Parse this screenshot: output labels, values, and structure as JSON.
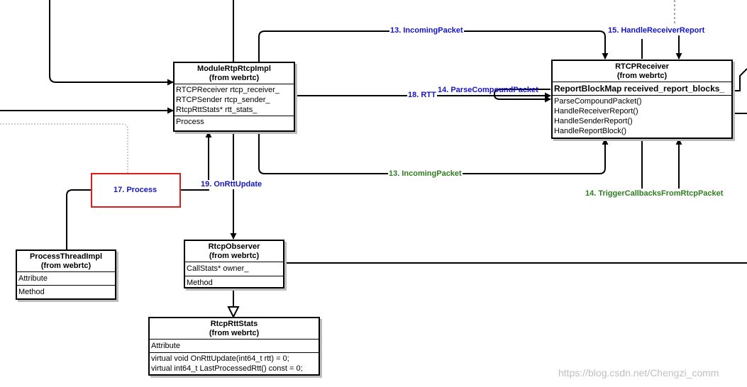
{
  "classes": {
    "module_rtp_rtcp_impl": {
      "title": "ModuleRtpRtcpImpl",
      "subtitle": "(from webrtc)",
      "attributes": [
        "RTCPReceiver rtcp_receiver_",
        "RTCPSender rtcp_sender_",
        "RtcpRttStats* rtt_stats_"
      ],
      "methods": [
        "Process"
      ]
    },
    "rtcp_receiver": {
      "title": "RTCPReceiver",
      "subtitle": "(from webrtc)",
      "attributes": [
        "ReportBlockMap received_report_blocks_"
      ],
      "methods": [
        "ParseCompoundPacket()",
        "HandleReceiverReport()",
        "HandleSenderReport()",
        "HandleReportBlock()"
      ]
    },
    "rtcp_observer": {
      "title": "RtcpObserver",
      "subtitle": "(from webrtc)",
      "attributes": [
        "CallStats* owner_"
      ],
      "methods": [
        "Method"
      ]
    },
    "process_thread_impl": {
      "title": "ProcessThreadImpl",
      "subtitle": "(from webrtc)",
      "attributes": [
        "Attribute"
      ],
      "methods": [
        "Method"
      ]
    },
    "rtcp_rtt_stats": {
      "title": "RtcpRttStats",
      "subtitle": "(from webrtc)",
      "attributes": [
        "Attribute"
      ],
      "methods": [
        "virtual void OnRttUpdate(int64_t rtt) = 0;",
        "virtual int64_t LastProcessedRtt() const = 0;"
      ]
    }
  },
  "labels": {
    "incoming_packet_top": "13. IncomingPacket",
    "handle_receiver_report": "15. HandleReceiverReport",
    "rtt": "18. RTT",
    "parse_compound_packet": "14. ParseCompoundPacket",
    "incoming_packet_bottom": "13. IncomingPacket",
    "trigger_callbacks": "14. TriggerCallbacksFromRtcpPacket",
    "process": "17. Process",
    "on_rtt_update": "19. OnRttUpdate"
  },
  "watermark": "https://blog.csdn.net/Chengzi_comm",
  "colors": {
    "blue_label": "#1515c8",
    "green_label": "#2e7d1f",
    "highlight": "#e01b1b"
  }
}
